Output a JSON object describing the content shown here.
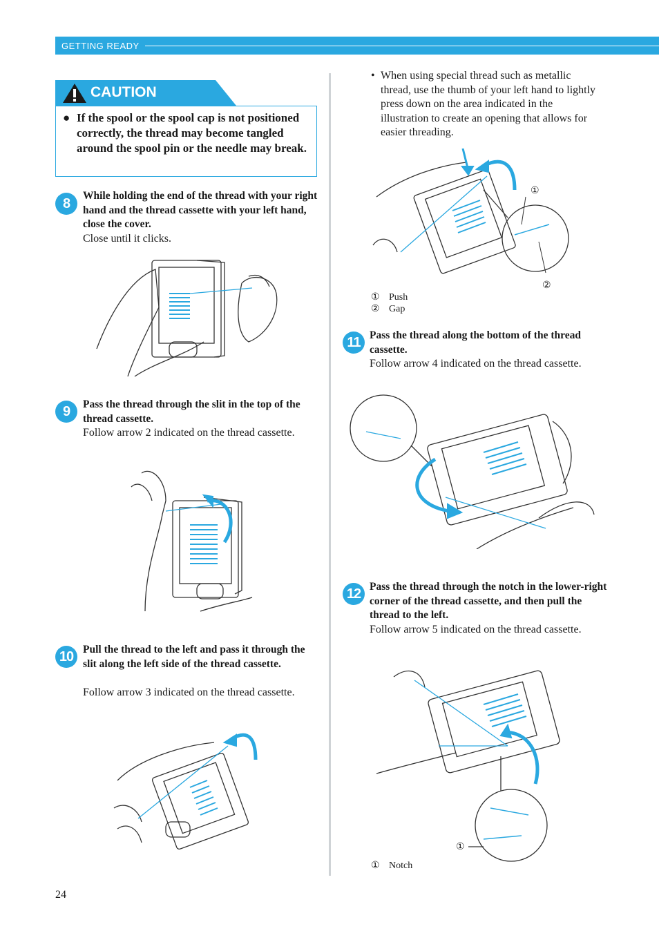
{
  "header": {
    "section": "GETTING READY"
  },
  "caution": {
    "title": "CAUTION",
    "bullet": "●",
    "text": "If the spool or the spool cap is not positioned correctly, the thread may become tangled around the spool pin or the needle may break."
  },
  "steps": [
    {
      "num": "8",
      "title": "While holding the end of the thread with your right hand and the thread cassette with your left hand, close the cover.",
      "body": "Close until it clicks."
    },
    {
      "num": "9",
      "title": "Pass the thread through the slit in the top of the thread cassette.",
      "body": "Follow arrow 2 indicated on the thread cassette."
    },
    {
      "num": "10",
      "title": "Pull the thread to the left and pass it through the slit along the left side of the thread cassette.",
      "body": "Follow arrow 3 indicated on the thread cassette."
    },
    {
      "num": "11",
      "title": "Pass the thread along the bottom of the thread cassette.",
      "body": "Follow arrow 4 indicated on the thread cassette."
    },
    {
      "num": "12",
      "title": "Pass the thread through the notch in the lower-right corner of the thread cassette, and then pull the thread to the left.",
      "body": "Follow arrow 5 indicated on the thread cassette."
    }
  ],
  "note": {
    "bullet": "•",
    "text": "When using special thread such as metallic thread, use the thumb of your left hand to lightly press down on the area indicated in the illustration to create an opening that allows for easier threading."
  },
  "legend_push": [
    {
      "num": "①",
      "label": "Push"
    },
    {
      "num": "②",
      "label": "Gap"
    }
  ],
  "legend_notch": [
    {
      "num": "①",
      "label": "Notch"
    }
  ],
  "callouts": {
    "one": "①",
    "two": "②"
  },
  "page_number": "24"
}
